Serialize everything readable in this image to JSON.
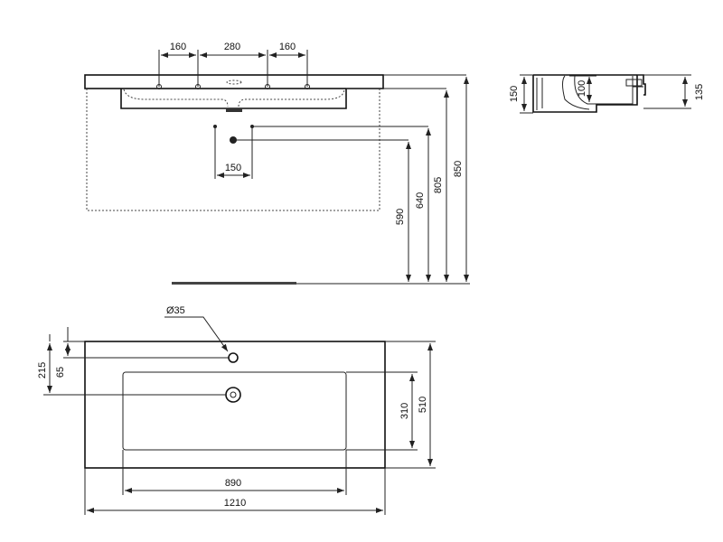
{
  "front_view": {
    "tap_spacing_left": "160",
    "tap_spacing_middle": "280",
    "tap_spacing_right": "160",
    "supply_spacing": "150",
    "height_waste": "590",
    "height_supply": "640",
    "height_basin_bottom": "805",
    "height_top": "850"
  },
  "side_view": {
    "total_height": "150",
    "bowl_depth": "100",
    "rim_height": "135"
  },
  "top_view": {
    "tap_hole_diameter": "Ø35",
    "waste_from_back": "215",
    "tap_from_back": "65",
    "bowl_depth": "310",
    "total_depth": "510",
    "bowl_width": "890",
    "total_width": "1210"
  }
}
